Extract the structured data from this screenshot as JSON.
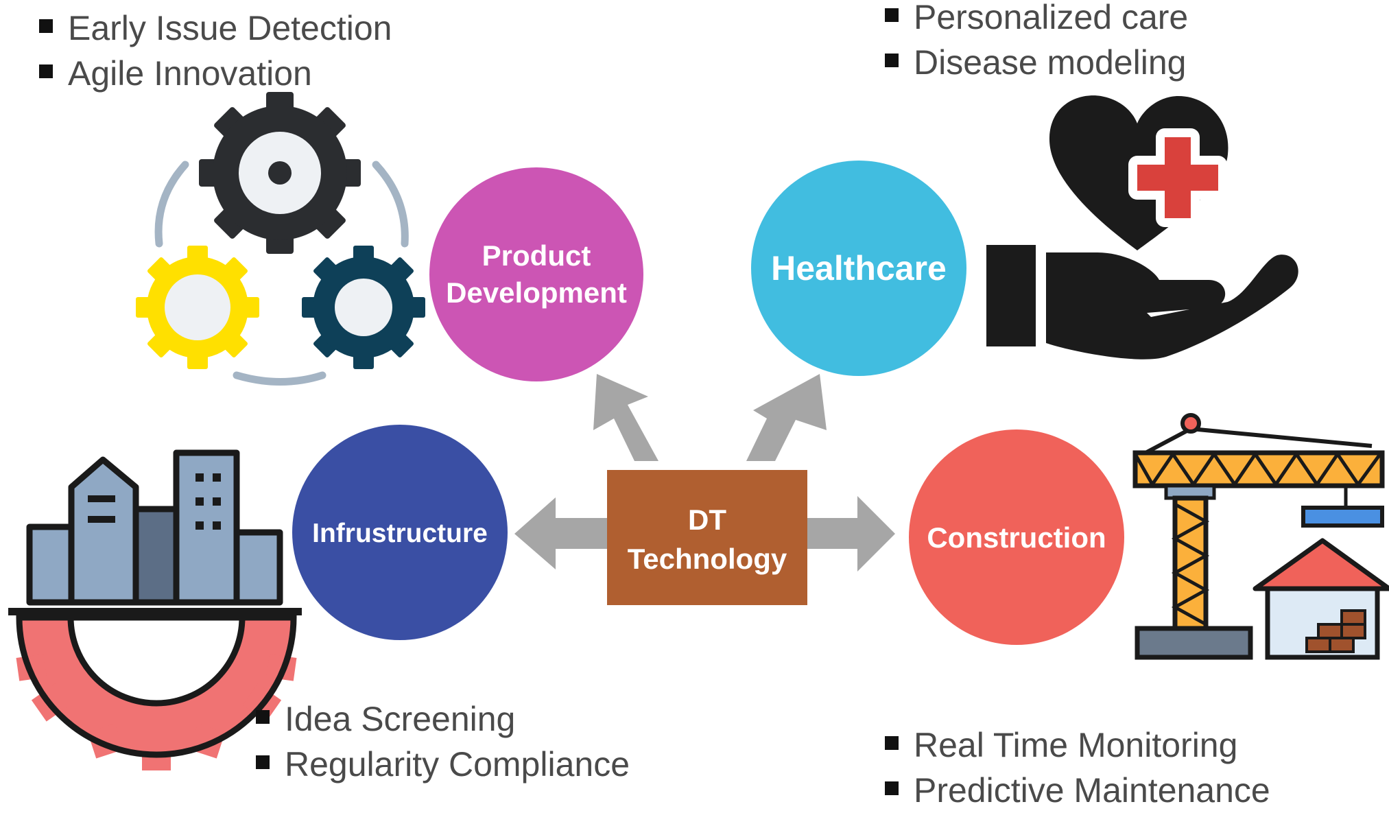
{
  "center": {
    "line1": "DT",
    "line2": "Technology",
    "color": "#b05f30"
  },
  "nodes": {
    "product": {
      "line1": "Product",
      "line2": "Development",
      "color": "#cc55b4",
      "bullets": [
        "Early Issue Detection",
        "Agile Innovation"
      ]
    },
    "healthcare": {
      "label": "Healthcare",
      "color": "#41bde0",
      "bullets": [
        "Personalized care",
        "Disease modeling"
      ]
    },
    "infrastructure": {
      "label": "Infrustructure",
      "color": "#3a4fa4",
      "bullets": [
        "Idea Screening",
        "Regularity Compliance"
      ]
    },
    "construction": {
      "label": "Construction",
      "color": "#f0625a",
      "bullets": [
        "Real Time Monitoring",
        "Predictive Maintenance"
      ]
    }
  },
  "arrow_color": "#a6a6a6",
  "icons": {
    "gears": "gears-cycle-icon",
    "health": "heart-hand-care-icon",
    "city": "city-gear-icon",
    "crane": "crane-house-icon"
  }
}
